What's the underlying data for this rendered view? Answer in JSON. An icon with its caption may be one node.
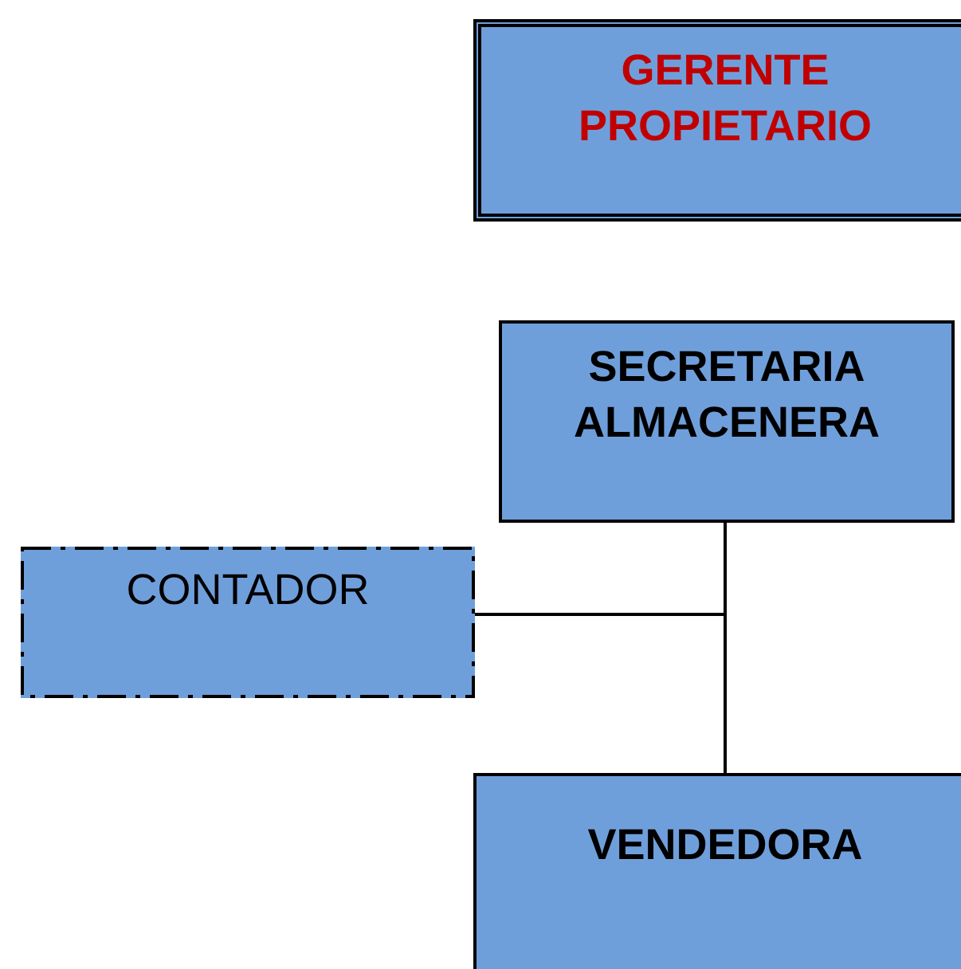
{
  "diagram": {
    "nodes": [
      {
        "text": [
          "GERENTE PROPIETARIO"
        ]
      },
      {
        "text": [
          "SECRETARIA ALMACENERA"
        ]
      },
      {
        "text": [
          "CONTADOR"
        ]
      },
      {
        "text": [
          "VENDEDORA"
        ]
      }
    ],
    "edges": [
      {
        "from": 1,
        "to": 3,
        "arrow": "none"
      },
      {
        "from": 2,
        "to": 1,
        "arrow": "none"
      }
    ]
  }
}
